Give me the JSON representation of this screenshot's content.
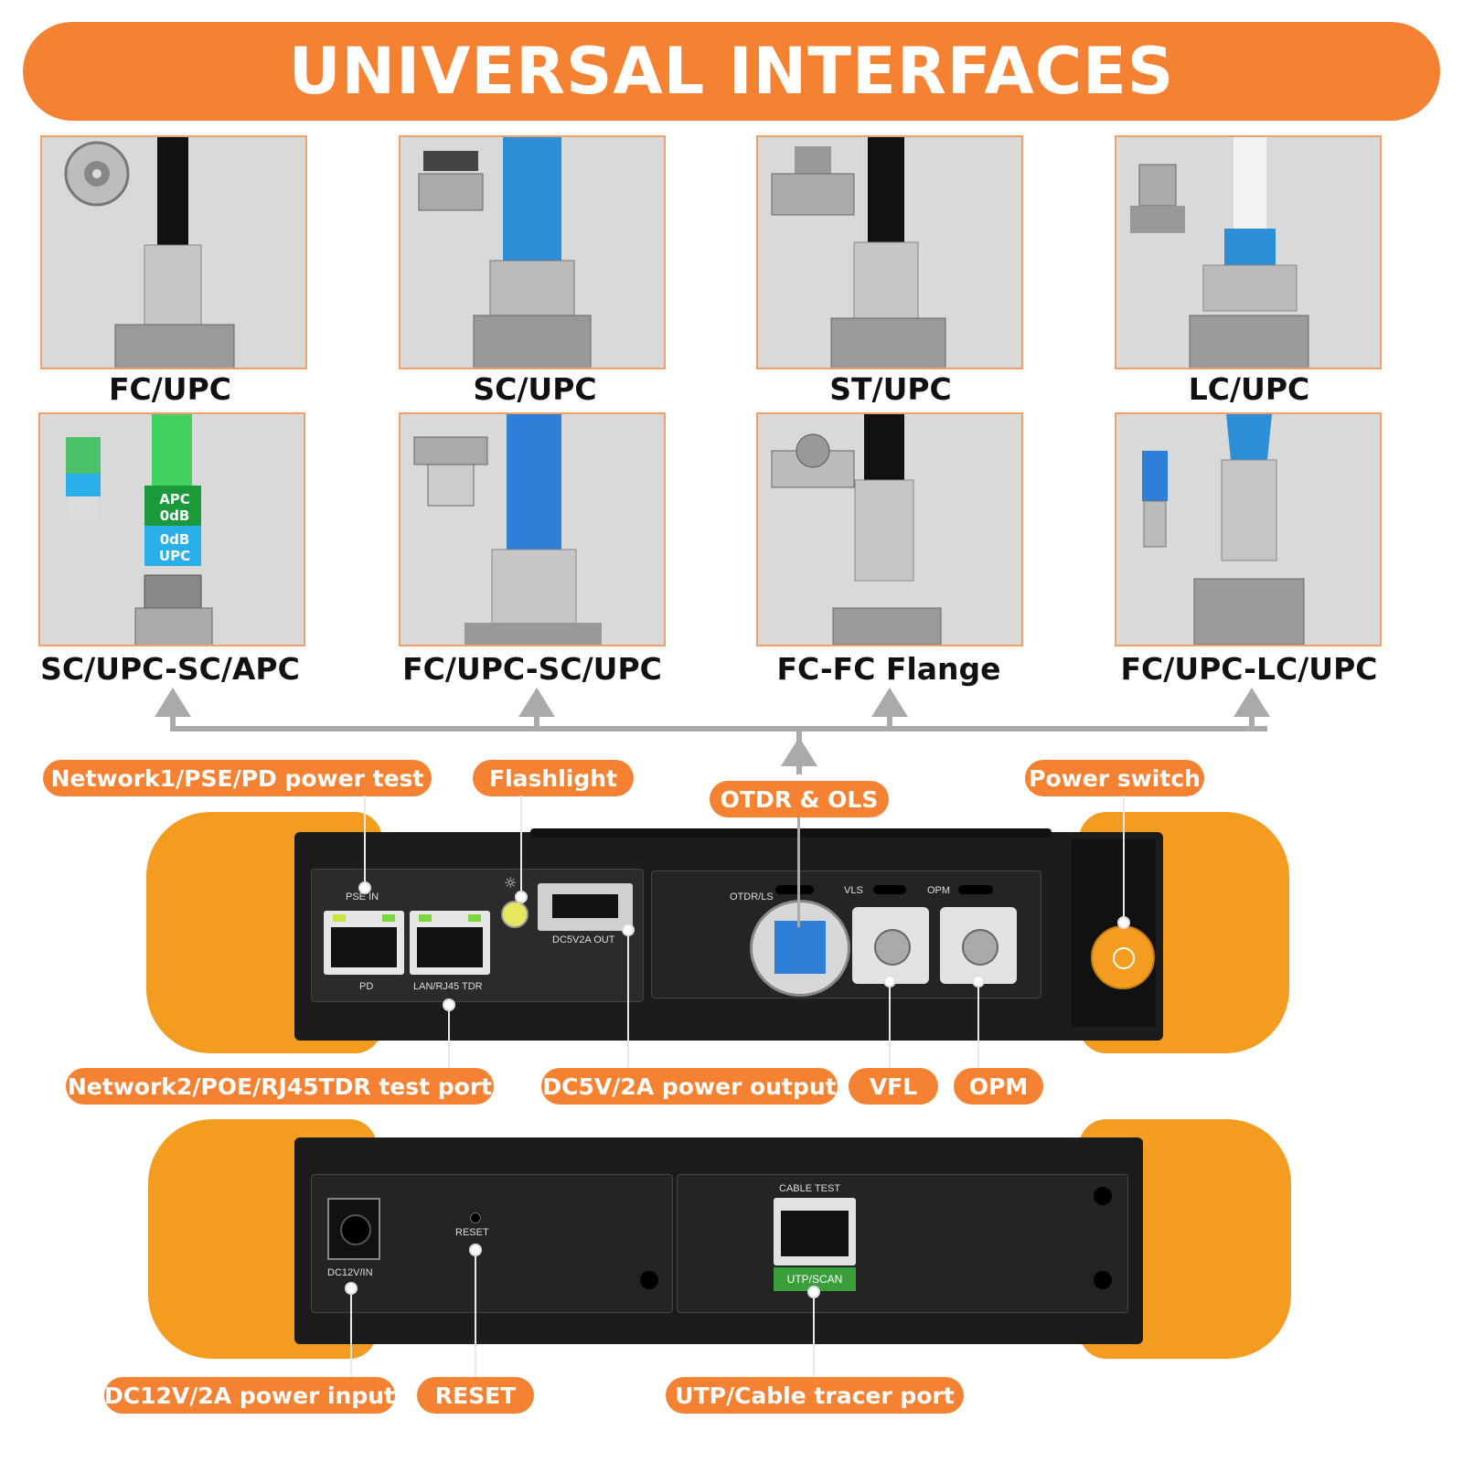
{
  "header": {
    "title": "UNIVERSAL INTERFACES"
  },
  "connectors": [
    {
      "label": "FC/UPC"
    },
    {
      "label": "SC/UPC"
    },
    {
      "label": "ST/UPC"
    },
    {
      "label": "LC/UPC"
    },
    {
      "label": "SC/UPC-SC/APC"
    },
    {
      "label": "FC/UPC-SC/UPC"
    },
    {
      "label": "FC-FC Flange"
    },
    {
      "label": "FC/UPC-LC/UPC"
    }
  ],
  "adapter_label": {
    "top": "APC",
    "top_val": "0dB",
    "bottom": "UPC",
    "bottom_val": "0dB"
  },
  "callouts_top": {
    "network1": "Network1/PSE/PD power test",
    "flashlight": "Flashlight",
    "otdr": "OTDR & OLS",
    "power": "Power switch"
  },
  "callouts_mid": {
    "network2": "Network2/POE/RJ45TDR test port",
    "dc5v": "DC5V/2A power output",
    "vfl": "VFL",
    "opm": "OPM"
  },
  "callouts_bottom": {
    "dc12v": "DC12V/2A power input",
    "reset": "RESET",
    "utp": "UTP/Cable tracer port"
  },
  "device_top_labels": {
    "pse_in": "PSE IN",
    "pd": "PD",
    "lan": "LAN/RJ45 TDR",
    "dc_out": "DC5V2A OUT",
    "otdr_ls": "OTDR/LS",
    "vls": "VLS",
    "opm": "OPM"
  },
  "device_bottom_labels": {
    "dc_in": "DC12V/IN",
    "reset": "RESET",
    "cable_test": "CABLE TEST",
    "utp_scan": "UTP/SCAN"
  },
  "colors": {
    "accent": "#f58233",
    "device_body": "#1c1c1c",
    "bumper": "#f5a623",
    "connector_line": "#aaaaaa"
  }
}
